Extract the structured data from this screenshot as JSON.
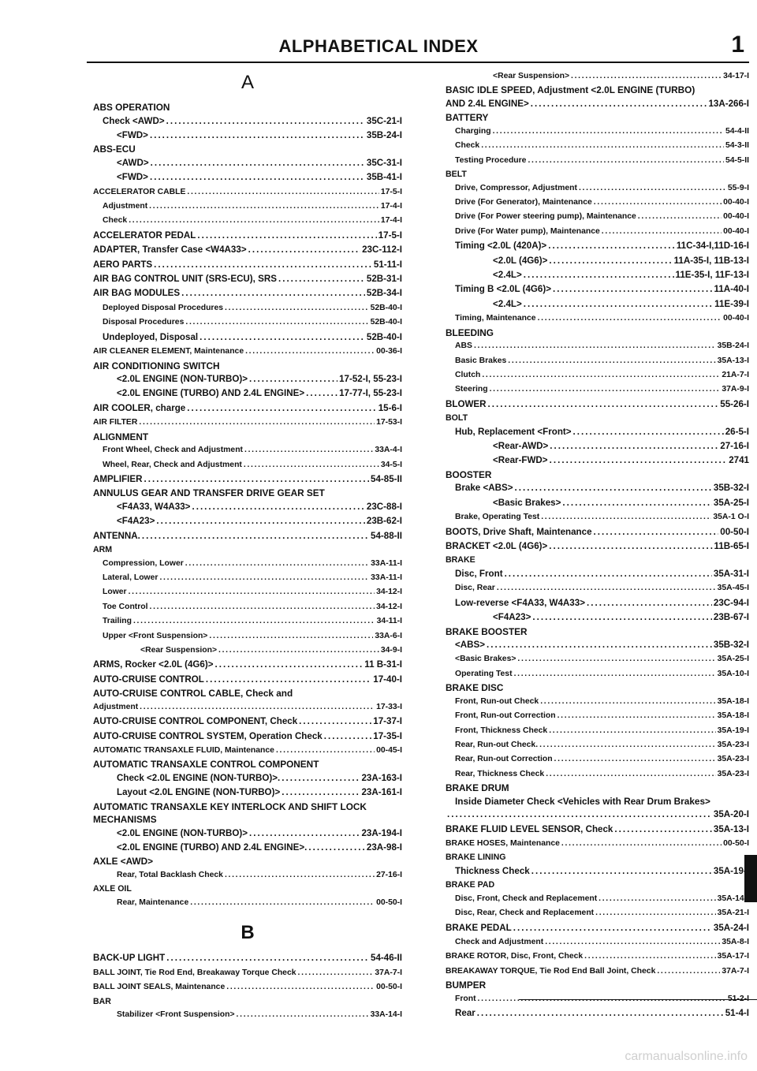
{
  "header": {
    "title": "ALPHABETICAL INDEX",
    "page_number": "1"
  },
  "watermark": "carmanualsonline.info",
  "left_column": [
    {
      "type": "letter",
      "text": "A"
    },
    {
      "type": "heading",
      "text": "ABS OPERATION"
    },
    {
      "type": "entry",
      "indent": 1,
      "label": "Check <AWD>",
      "page": "35C-21-I"
    },
    {
      "type": "entry",
      "indent": 2,
      "label": "<FWD>",
      "page": "35B-24-I"
    },
    {
      "type": "heading",
      "text": "ABS-ECU"
    },
    {
      "type": "entry",
      "indent": 2,
      "label": "<AWD>",
      "page": "35C-31-I"
    },
    {
      "type": "entry",
      "indent": 2,
      "label": "<FWD>",
      "page": "35B-41-I"
    },
    {
      "type": "entry",
      "indent": 0,
      "label": "ACCELERATOR CABLE",
      "page": "17-5-I",
      "small": true
    },
    {
      "type": "entry",
      "indent": 1,
      "label": "Adjustment",
      "page": "17-4-I",
      "small": true
    },
    {
      "type": "entry",
      "indent": 1,
      "label": "Check",
      "page": "17-4-I",
      "small": true
    },
    {
      "type": "entry",
      "indent": 0,
      "label": "ACCELERATOR PEDAL",
      "page": "17-5-I"
    },
    {
      "type": "entry",
      "indent": 0,
      "label": "ADAPTER, Transfer Case <W4A33>",
      "page": "23C-112-I"
    },
    {
      "type": "entry",
      "indent": 0,
      "label": "AERO PARTS",
      "page": "51-11-I"
    },
    {
      "type": "entry",
      "indent": 0,
      "label": "AIR BAG CONTROL UNIT (SRS-ECU), SRS",
      "page": "52B-31-I"
    },
    {
      "type": "entry",
      "indent": 0,
      "label": "AIR BAG MODULES",
      "page": "52B-34-I"
    },
    {
      "type": "entry",
      "indent": 1,
      "label": "Deployed Disposal Procedures",
      "page": "52B-40-I",
      "small": true
    },
    {
      "type": "entry",
      "indent": 1,
      "label": "Disposal Procedures",
      "page": "52B-40-I",
      "small": true
    },
    {
      "type": "entry",
      "indent": 1,
      "label": "Undeployed, Disposal",
      "page": "52B-40-I"
    },
    {
      "type": "entry",
      "indent": 0,
      "label": "AIR CLEANER ELEMENT, Maintenance",
      "page": "00-36-I",
      "small": true
    },
    {
      "type": "heading",
      "text": "AIR CONDITIONING SWITCH"
    },
    {
      "type": "entry",
      "indent": 2,
      "label": "<2.0L ENGINE (NON-TURBO)>",
      "page": "17-52-I, 55-23-I"
    },
    {
      "type": "entry",
      "indent": 2,
      "label": "<2.0L ENGINE (TURBO) AND 2.4L ENGINE>",
      "page": "17-77-I, 55-23-I"
    },
    {
      "type": "entry",
      "indent": 0,
      "label": "AIR COOLER, charge",
      "page": "15-6-I"
    },
    {
      "type": "entry",
      "indent": 0,
      "label": "AIR FILTER",
      "page": "17-53-I",
      "small": true
    },
    {
      "type": "heading",
      "text": "ALIGNMENT"
    },
    {
      "type": "entry",
      "indent": 1,
      "label": "Front Wheel, Check and Adjustment",
      "page": "33A-4-I",
      "small": true
    },
    {
      "type": "entry",
      "indent": 1,
      "label": "Wheel, Rear, Check and Adjustment",
      "page": "34-5-I",
      "small": true
    },
    {
      "type": "entry",
      "indent": 0,
      "label": "AMPLIFIER",
      "page": "54-85-II"
    },
    {
      "type": "heading",
      "text": "ANNULUS GEAR AND TRANSFER DRIVE GEAR SET"
    },
    {
      "type": "entry",
      "indent": 2,
      "label": "<F4A33, W4A33>",
      "page": "23C-88-I"
    },
    {
      "type": "entry",
      "indent": 2,
      "label": "<F4A23>",
      "page": "23B-62-I"
    },
    {
      "type": "entry",
      "indent": 0,
      "label": "ANTENNA.",
      "page": "54-88-II"
    },
    {
      "type": "heading",
      "text": "ARM",
      "small": true
    },
    {
      "type": "entry",
      "indent": 1,
      "label": "Compression, Lower",
      "page": "33A-11-I",
      "small": true
    },
    {
      "type": "entry",
      "indent": 1,
      "label": "Lateral, Lower",
      "page": "33A-11-I",
      "small": true
    },
    {
      "type": "entry",
      "indent": 1,
      "label": "Lower",
      "page": "34-12-I",
      "small": true
    },
    {
      "type": "entry",
      "indent": 1,
      "label": "Toe Control",
      "page": "34-12-I",
      "small": true
    },
    {
      "type": "entry",
      "indent": 1,
      "label": "Trailing",
      "page": "34-11-I",
      "small": true
    },
    {
      "type": "entry",
      "indent": 1,
      "label": "Upper <Front Suspension>",
      "page": "33A-6-I",
      "small": true
    },
    {
      "type": "entry",
      "indent": 3,
      "label": "<Rear Suspension>",
      "page": "34-9-I",
      "small": true
    },
    {
      "type": "entry",
      "indent": 0,
      "label": "ARMS, Rocker <2.0L (4G6)>",
      "page": "11 B-31-I"
    },
    {
      "type": "entry",
      "indent": 0,
      "label": "AUTO-CRUISE CONTROL",
      "page": "17-40-I"
    },
    {
      "type": "heading",
      "text": "AUTO-CRUISE CONTROL CABLE, Check and"
    },
    {
      "type": "entry",
      "indent": 0,
      "label": "Adjustment",
      "page": "17-33-I",
      "small": true
    },
    {
      "type": "entry",
      "indent": 0,
      "label": "AUTO-CRUISE CONTROL COMPONENT, Check",
      "page": "17-37-I"
    },
    {
      "type": "entry",
      "indent": 0,
      "label": "AUTO-CRUISE CONTROL SYSTEM, Operation Check",
      "page": "17-35-I"
    },
    {
      "type": "entry",
      "indent": 0,
      "label": "AUTOMATIC TRANSAXLE FLUID, Maintenance",
      "page": "00-45-I",
      "small": true
    },
    {
      "type": "heading",
      "text": "AUTOMATIC TRANSAXLE CONTROL COMPONENT"
    },
    {
      "type": "entry",
      "indent": 2,
      "label": "Check <2.0L ENGINE (NON-TURBO)>.",
      "page": "23A-163-I"
    },
    {
      "type": "entry",
      "indent": 2,
      "label": "Layout <2.0L ENGINE (NON-TURBO)>",
      "page": "23A-161-I"
    },
    {
      "type": "heading",
      "text": "AUTOMATIC TRANSAXLE KEY INTERLOCK AND SHIFT LOCK MECHANISMS",
      "wrap": true
    },
    {
      "type": "entry",
      "indent": 2,
      "label": "<2.0L ENGINE (NON-TURBO)>",
      "page": "23A-194-I"
    },
    {
      "type": "entry",
      "indent": 2,
      "label": "<2.0L ENGINE (TURBO) AND 2.4L ENGINE>.",
      "page": "23A-98-I"
    },
    {
      "type": "heading",
      "text": "AXLE <AWD>"
    },
    {
      "type": "entry",
      "indent": 2,
      "label": "Rear, Total Backlash Check",
      "page": "27-16-I",
      "small": true
    },
    {
      "type": "heading",
      "text": "AXLE OIL",
      "small": true
    },
    {
      "type": "entry",
      "indent": 2,
      "label": "Rear, Maintenance",
      "page": "00-50-I",
      "small": true
    },
    {
      "type": "letter",
      "text": "B",
      "bold": true
    },
    {
      "type": "entry",
      "indent": 0,
      "label": "BACK-UP LIGHT",
      "page": "54-46-II"
    },
    {
      "type": "entry",
      "indent": 0,
      "label": "BALL JOINT, Tie Rod End, Breakaway Torque Check",
      "page": "37A-7-I",
      "small": true
    },
    {
      "type": "entry",
      "indent": 0,
      "label": "BALL JOINT SEALS, Maintenance",
      "page": "00-50-I",
      "small": true
    },
    {
      "type": "heading",
      "text": "BAR",
      "small": true
    },
    {
      "type": "entry",
      "indent": 2,
      "label": "Stabilizer <Front Suspension>",
      "page": "33A-14-I",
      "small": true
    }
  ],
  "right_column": [
    {
      "type": "entry",
      "indent": 3,
      "label": "<Rear Suspension>",
      "page": "34-17-I",
      "small": true
    },
    {
      "type": "heading",
      "text": "BASIC IDLE SPEED, Adjustment <2.0L ENGINE (TURBO)"
    },
    {
      "type": "entry",
      "indent": 0,
      "label": "AND 2.4L ENGINE>",
      "page": "13A-266-I"
    },
    {
      "type": "heading",
      "text": "BATTERY"
    },
    {
      "type": "entry",
      "indent": 1,
      "label": "Charging",
      "page": "54-4-II",
      "small": true
    },
    {
      "type": "entry",
      "indent": 1,
      "label": "Check",
      "page": "54-3-II",
      "small": true
    },
    {
      "type": "entry",
      "indent": 1,
      "label": "Testing Procedure",
      "page": "54-5-II",
      "small": true
    },
    {
      "type": "heading",
      "text": "BELT",
      "small": true
    },
    {
      "type": "entry",
      "indent": 1,
      "label": "Drive, Compressor, Adjustment",
      "page": "55-9-I",
      "small": true
    },
    {
      "type": "entry",
      "indent": 1,
      "label": "Drive (For Generator), Maintenance",
      "page": "00-40-I",
      "small": true
    },
    {
      "type": "entry",
      "indent": 1,
      "label": "Drive (For Power steering pump), Maintenance",
      "page": "00-40-I",
      "small": true
    },
    {
      "type": "entry",
      "indent": 1,
      "label": "Drive (For Water pump), Maintenance",
      "page": "00-40-I",
      "small": true
    },
    {
      "type": "entry",
      "indent": 1,
      "label": "Timing <2.0L (420A)>",
      "page": "11C-34-I,11D-16-I"
    },
    {
      "type": "entry",
      "indent": 3,
      "label": "<2.0L (4G6)>",
      "page": "11A-35-I, 11B-13-I"
    },
    {
      "type": "entry",
      "indent": 3,
      "label": "<2.4L>",
      "page": "11E-35-I, 11F-13-I"
    },
    {
      "type": "entry",
      "indent": 1,
      "label": "Timing B <2.0L (4G6)>",
      "page": "11A-40-I"
    },
    {
      "type": "entry",
      "indent": 3,
      "label": "<2.4L>",
      "page": "11E-39-I"
    },
    {
      "type": "entry",
      "indent": 1,
      "label": "Timing, Maintenance",
      "page": "00-40-I",
      "small": true
    },
    {
      "type": "heading",
      "text": "BLEEDING"
    },
    {
      "type": "entry",
      "indent": 1,
      "label": "ABS",
      "page": "35B-24-I",
      "small": true
    },
    {
      "type": "entry",
      "indent": 1,
      "label": "Basic Brakes",
      "page": "35A-13-I",
      "small": true
    },
    {
      "type": "entry",
      "indent": 1,
      "label": "Clutch",
      "page": "21A-7-I",
      "small": true
    },
    {
      "type": "entry",
      "indent": 1,
      "label": "Steering",
      "page": "37A-9-I",
      "small": true
    },
    {
      "type": "entry",
      "indent": 0,
      "label": "BLOWER",
      "page": "55-26-I"
    },
    {
      "type": "heading",
      "text": "BOLT",
      "small": true
    },
    {
      "type": "entry",
      "indent": 1,
      "label": "Hub, Replacement <Front>",
      "page": "26-5-I"
    },
    {
      "type": "entry",
      "indent": 3,
      "label": "<Rear-AWD>",
      "page": "27-16-I"
    },
    {
      "type": "entry",
      "indent": 3,
      "label": "<Rear-FWD>",
      "page": "2741"
    },
    {
      "type": "heading",
      "text": "BOOSTER"
    },
    {
      "type": "entry",
      "indent": 1,
      "label": "Brake <ABS>",
      "page": "35B-32-I"
    },
    {
      "type": "entry",
      "indent": 3,
      "label": "<Basic Brakes>",
      "page": "35A-25-I"
    },
    {
      "type": "entry",
      "indent": 1,
      "label": "Brake, Operating Test",
      "page": "35A-1 O-I",
      "small": true
    },
    {
      "type": "entry",
      "indent": 0,
      "label": "BOOTS, Drive Shaft, Maintenance",
      "page": "00-50-I"
    },
    {
      "type": "entry",
      "indent": 0,
      "label": "BRACKET <2.0L (4G6)>",
      "page": "11B-65-I"
    },
    {
      "type": "heading",
      "text": "BRAKE",
      "small": true
    },
    {
      "type": "entry",
      "indent": 1,
      "label": "Disc, Front",
      "page": "35A-31-I"
    },
    {
      "type": "entry",
      "indent": 1,
      "label": "Disc, Rear",
      "page": "35A-45-I",
      "small": true
    },
    {
      "type": "entry",
      "indent": 1,
      "label": "Low-reverse <F4A33, W4A33>",
      "page": "23C-94-I"
    },
    {
      "type": "entry",
      "indent": 3,
      "label": "<F4A23>",
      "page": "23B-67-I"
    },
    {
      "type": "heading",
      "text": "BRAKE BOOSTER"
    },
    {
      "type": "entry",
      "indent": 1,
      "label": "<ABS>",
      "page": "35B-32-I"
    },
    {
      "type": "entry",
      "indent": 1,
      "label": "<Basic Brakes>",
      "page": "35A-25-I",
      "small": true
    },
    {
      "type": "entry",
      "indent": 1,
      "label": "Operating Test",
      "page": "35A-10-I",
      "small": true
    },
    {
      "type": "heading",
      "text": "BRAKE DISC"
    },
    {
      "type": "entry",
      "indent": 1,
      "label": "Front, Run-out Check",
      "page": "35A-18-I",
      "small": true
    },
    {
      "type": "entry",
      "indent": 1,
      "label": "Front, Run-out Correction",
      "page": "35A-18-I",
      "small": true
    },
    {
      "type": "entry",
      "indent": 1,
      "label": "Front, Thickness Check",
      "page": "35A-19-I",
      "small": true
    },
    {
      "type": "entry",
      "indent": 1,
      "label": "Rear, Run-out Check.",
      "page": "35A-23-I",
      "small": true
    },
    {
      "type": "entry",
      "indent": 1,
      "label": "Rear, Run-out Correction",
      "page": "35A-23-I",
      "small": true
    },
    {
      "type": "entry",
      "indent": 1,
      "label": "Rear, Thickness Check",
      "page": "35A-23-I",
      "small": true
    },
    {
      "type": "heading",
      "text": "BRAKE DRUM"
    },
    {
      "type": "heading",
      "text": "Inside Diameter Check <Vehicles with Rear Drum Brakes>",
      "indent": 1
    },
    {
      "type": "entry",
      "indent": 0,
      "label": "",
      "page": "35A-20-I"
    },
    {
      "type": "entry",
      "indent": 0,
      "label": "BRAKE FLUID LEVEL SENSOR, Check",
      "page": "35A-13-I"
    },
    {
      "type": "entry",
      "indent": 0,
      "label": "BRAKE HOSES, Maintenance",
      "page": "00-50-I",
      "small": true
    },
    {
      "type": "heading",
      "text": "BRAKE LINING",
      "small": true
    },
    {
      "type": "entry",
      "indent": 1,
      "label": "Thickness Check",
      "page": "35A-19-I"
    },
    {
      "type": "heading",
      "text": "BRAKE PAD",
      "small": true
    },
    {
      "type": "entry",
      "indent": 1,
      "label": "Disc, Front, Check and Replacement",
      "page": "35A-14-I",
      "small": true
    },
    {
      "type": "entry",
      "indent": 1,
      "label": "Disc, Rear, Check and Replacement",
      "page": "35A-21-I",
      "small": true
    },
    {
      "type": "entry",
      "indent": 0,
      "label": "BRAKE PEDAL",
      "page": "35A-24-I"
    },
    {
      "type": "entry",
      "indent": 1,
      "label": "Check and Adjustment",
      "page": "35A-8-I",
      "small": true
    },
    {
      "type": "entry",
      "indent": 0,
      "label": "BRAKE ROTOR, Disc, Front, Check",
      "page": "35A-17-I",
      "small": true
    },
    {
      "type": "entry",
      "indent": 0,
      "label": "BREAKAWAY TORQUE, Tie Rod End Ball Joint, Check",
      "page": "37A-7-I",
      "small": true
    },
    {
      "type": "heading",
      "text": "BUMPER"
    },
    {
      "type": "entry",
      "indent": 1,
      "label": "Front",
      "page": "51-2-I",
      "small": true
    },
    {
      "type": "entry",
      "indent": 1,
      "label": "Rear",
      "page": "51-4-I"
    }
  ]
}
